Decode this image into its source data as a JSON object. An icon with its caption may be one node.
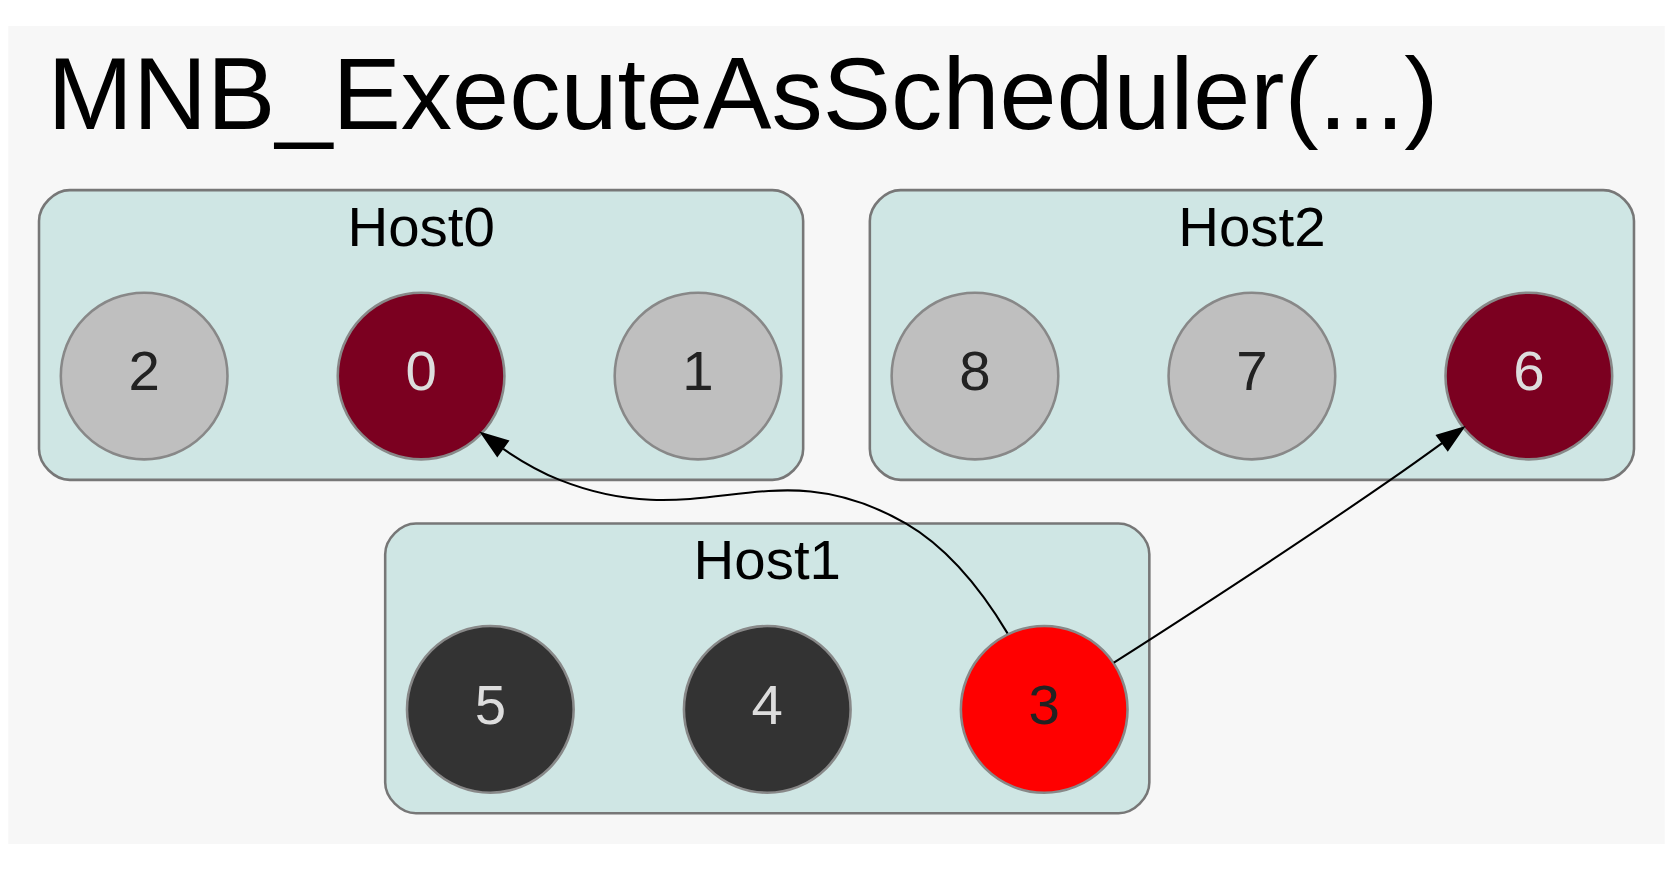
{
  "diagram": {
    "title": "MNB_ExecuteAsScheduler(...)",
    "nodes": [
      {
        "text": [
          "Host0"
        ]
      },
      {
        "text": [
          "1"
        ],
        "in": 0
      },
      {
        "text": [
          "0"
        ],
        "in": 0
      },
      {
        "text": [
          "2"
        ],
        "in": 0
      },
      {
        "text": [
          "Host1"
        ]
      },
      {
        "text": [
          "3"
        ],
        "in": 4
      },
      {
        "text": [
          "4"
        ],
        "in": 4
      },
      {
        "text": [
          "5"
        ],
        "in": 4
      },
      {
        "text": [
          "Host2"
        ]
      },
      {
        "text": [
          "6"
        ],
        "in": 8
      },
      {
        "text": [
          "7"
        ],
        "in": 8
      },
      {
        "text": [
          "8"
        ],
        "in": 8
      }
    ],
    "edges": [
      {
        "from": 5,
        "to": 2,
        "arrow": "to"
      },
      {
        "from": 5,
        "to": 9,
        "arrow": "to"
      }
    ]
  }
}
